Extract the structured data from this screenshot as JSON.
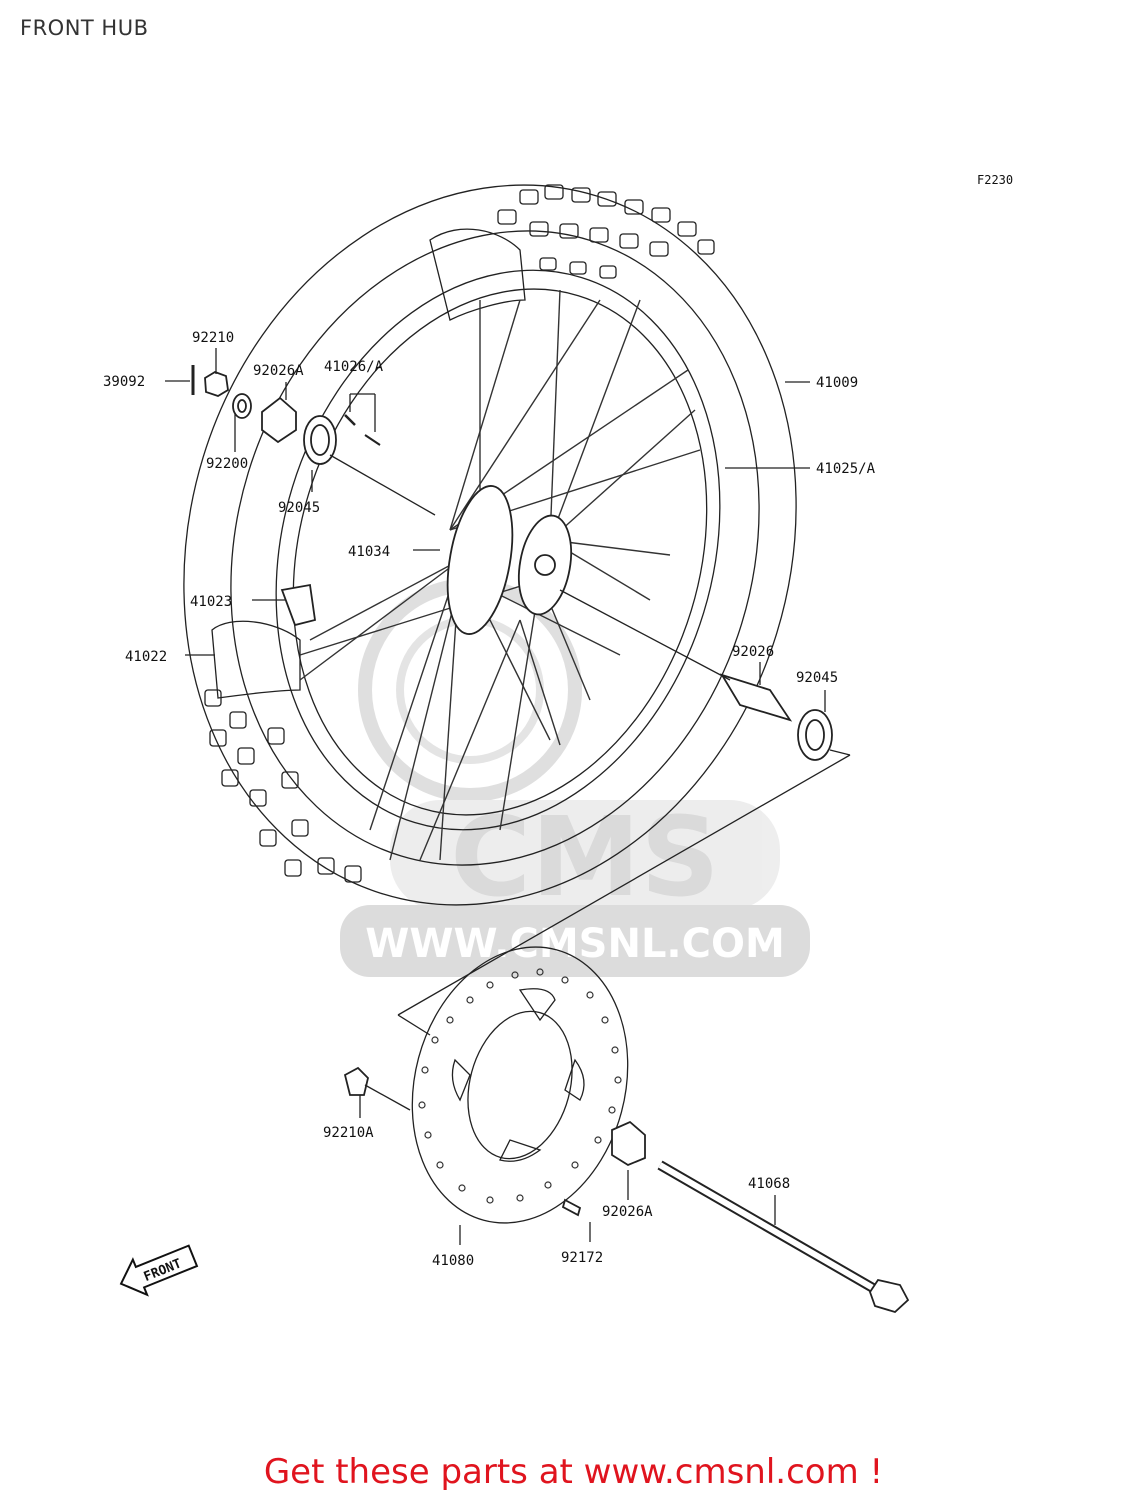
{
  "title": "FRONT HUB",
  "figure_code": "F2230",
  "watermark": {
    "logo_text": "CMS",
    "url_text": "WWW.CMSNL.COM"
  },
  "parts": [
    {
      "id": "p39092",
      "number": "39092"
    },
    {
      "id": "p92210",
      "number": "92210"
    },
    {
      "id": "p92200",
      "number": "92200"
    },
    {
      "id": "p92026A_top",
      "number": "92026A"
    },
    {
      "id": "p41026",
      "number": "41026/A"
    },
    {
      "id": "p92045_top",
      "number": "92045"
    },
    {
      "id": "p41034",
      "number": "41034"
    },
    {
      "id": "p41023",
      "number": "41023"
    },
    {
      "id": "p41022",
      "number": "41022"
    },
    {
      "id": "p41009",
      "number": "41009"
    },
    {
      "id": "p41025",
      "number": "41025/A"
    },
    {
      "id": "p92026",
      "number": "92026"
    },
    {
      "id": "p92045_right",
      "number": "92045"
    },
    {
      "id": "p92210A",
      "number": "92210A"
    },
    {
      "id": "p41080",
      "number": "41080"
    },
    {
      "id": "p92172",
      "number": "92172"
    },
    {
      "id": "p92026A_bottom",
      "number": "92026A"
    },
    {
      "id": "p41068",
      "number": "41068"
    }
  ],
  "front_marker": "FRONT",
  "footer": "Get these parts at www.cmsnl.com !"
}
